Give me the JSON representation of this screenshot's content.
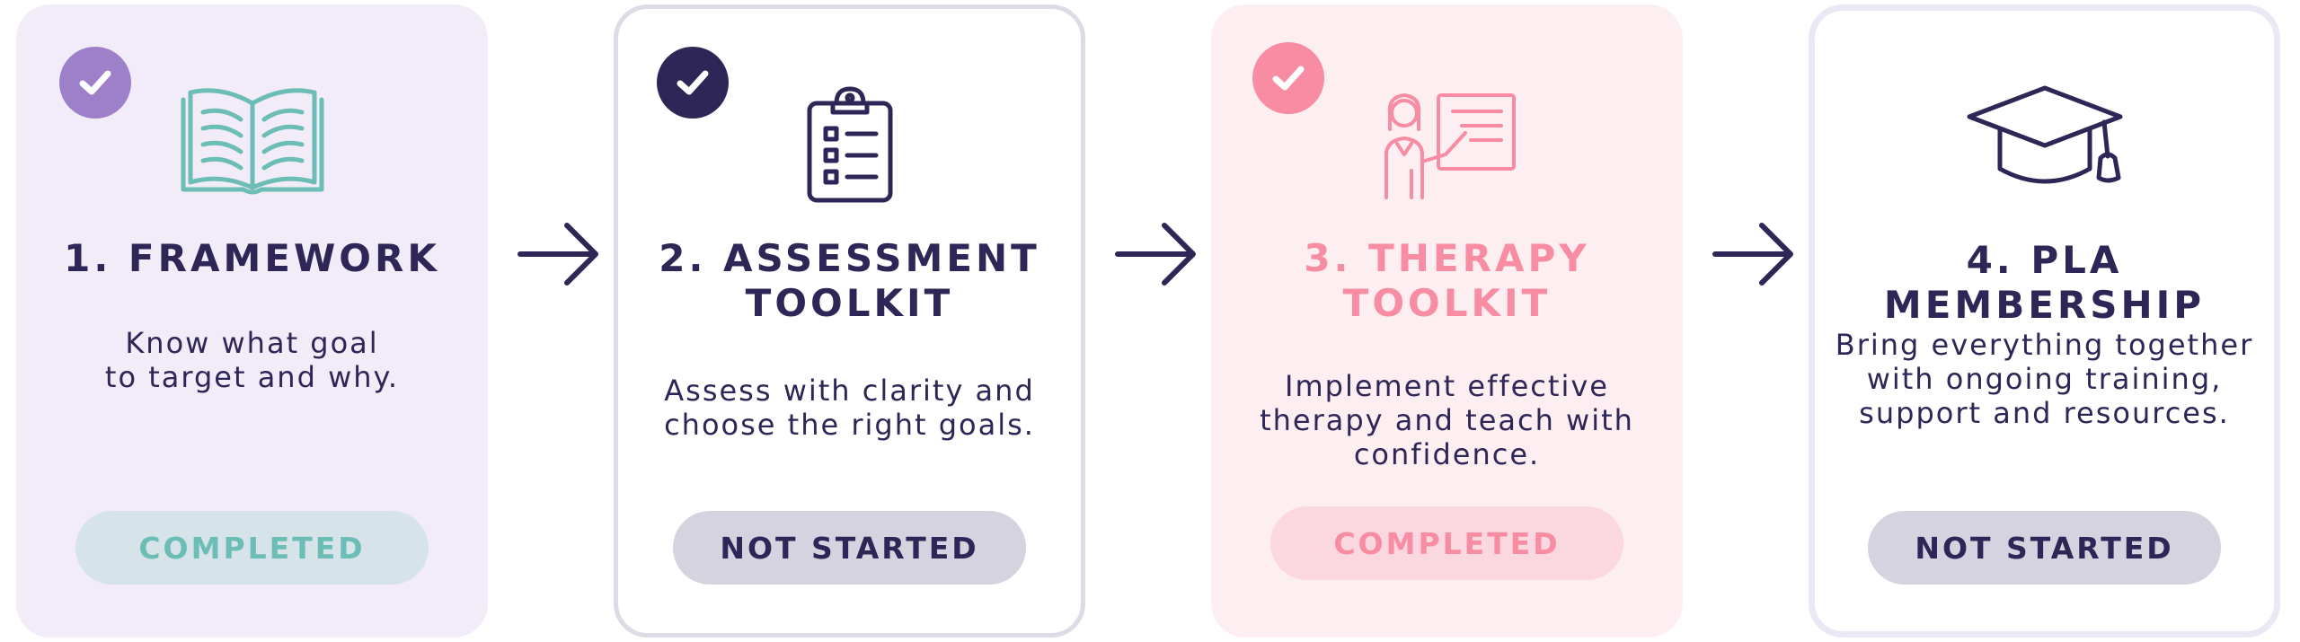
{
  "colors": {
    "navy": "#2d2656",
    "purple": "#9e7fca",
    "teal": "#6cbdb5",
    "pink": "#f78ca2",
    "lavender_bg": "#f1ecf7",
    "pink_bg": "#fdeef2"
  },
  "steps": [
    {
      "title": "1. FRAMEWORK",
      "desc_lines": [
        "Know what goal",
        "to target and why."
      ],
      "status": "COMPLETED",
      "icon": "open-book-icon",
      "checked": true
    },
    {
      "title_lines": [
        "2. ASSESSMENT",
        "TOOLKIT"
      ],
      "desc_lines": [
        "Assess with clarity and",
        "choose the right goals."
      ],
      "status": "NOT STARTED",
      "icon": "clipboard-checklist-icon",
      "checked": true
    },
    {
      "title_lines": [
        "3. THERAPY",
        "TOOLKIT"
      ],
      "desc_lines": [
        "Implement effective",
        "therapy and teach with",
        "confidence."
      ],
      "status": "COMPLETED",
      "icon": "teacher-whiteboard-icon",
      "checked": true
    },
    {
      "title": "4. PLA MEMBERSHIP",
      "desc_lines": [
        "Bring everything together",
        "with ongoing training,",
        "support and resources."
      ],
      "status": "NOT STARTED",
      "icon": "graduation-cap-icon",
      "checked": false
    }
  ]
}
